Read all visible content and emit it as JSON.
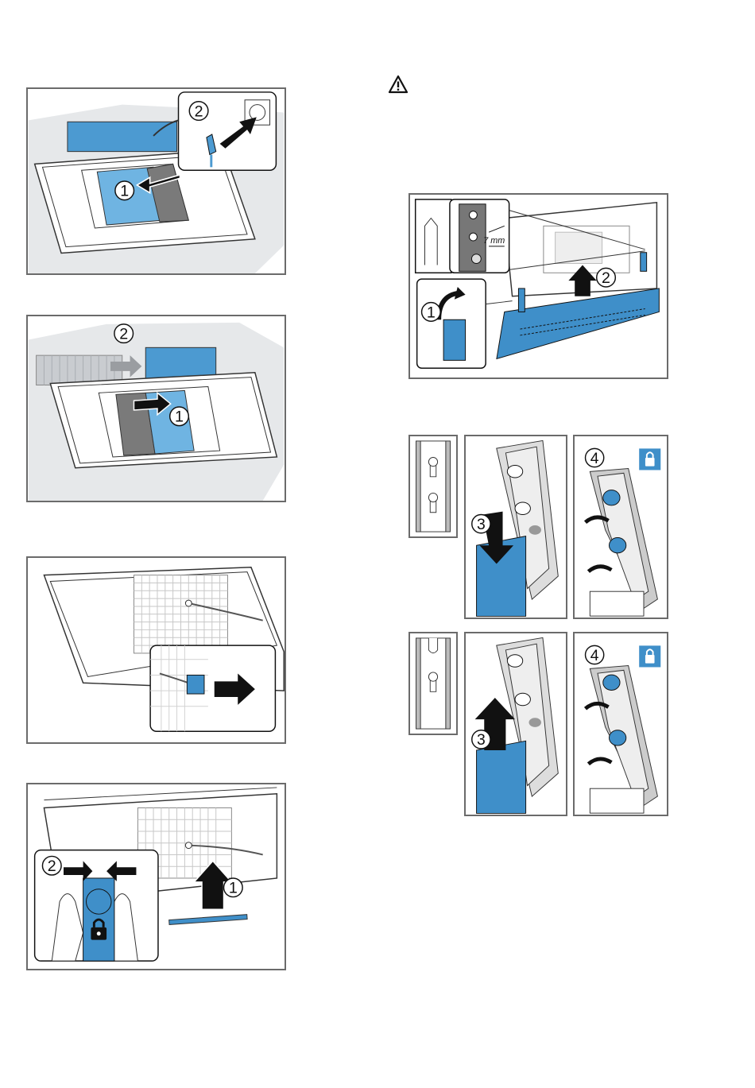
{
  "colors": {
    "accent_blue": "#3f8fc9",
    "light_blue": "#7fb8df",
    "frame_gray": "#6b6b6b",
    "bg_gray": "#e6e8ea",
    "dark_gray": "#6f6f6f"
  },
  "icons": [
    "warning-icon",
    "lock-icon",
    "arrow-icon"
  ],
  "fig1": {
    "step_a": "1",
    "step_b": "2"
  },
  "fig2": {
    "step_a": "1",
    "step_b": "2"
  },
  "fig4": {
    "step_a": "1",
    "step_b": "2"
  },
  "fig5": {
    "step_a": "1",
    "step_b": "2",
    "measure": "7 mm"
  },
  "fig6": {
    "step_c": "3",
    "step_d": "4"
  },
  "fig7": {
    "step_c": "3",
    "step_d": "4"
  }
}
